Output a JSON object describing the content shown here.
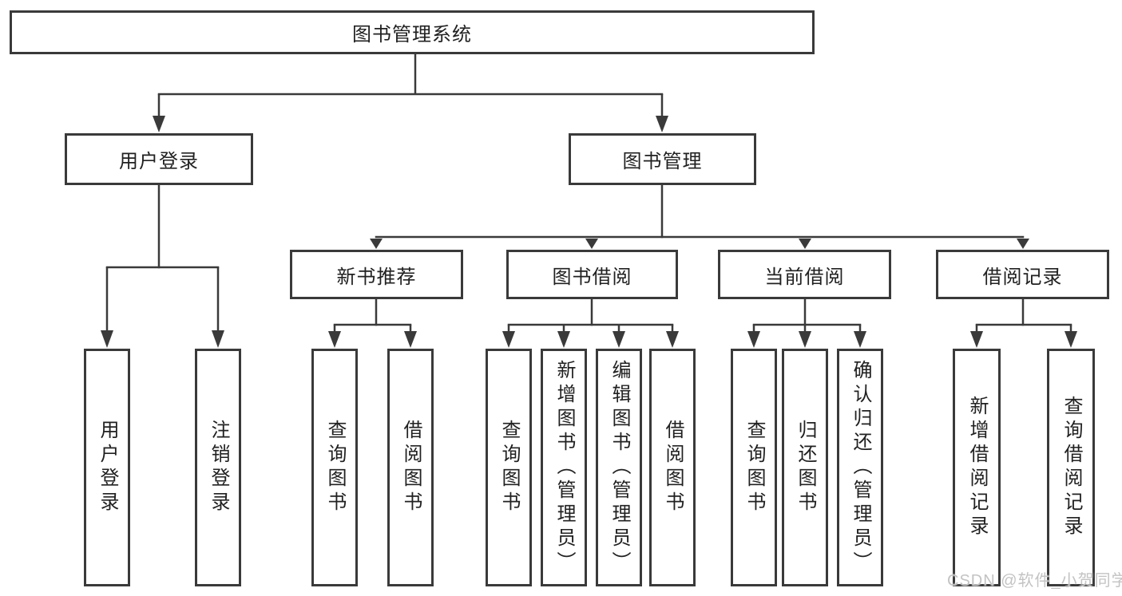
{
  "diagram": {
    "root": {
      "label": "图书管理系统"
    },
    "level2": [
      {
        "label": "用户登录",
        "parent": "图书管理系统"
      },
      {
        "label": "图书管理",
        "parent": "图书管理系统"
      }
    ],
    "level3": [
      {
        "label": "新书推荐",
        "parent": "图书管理"
      },
      {
        "label": "图书借阅",
        "parent": "图书管理"
      },
      {
        "label": "当前借阅",
        "parent": "图书管理"
      },
      {
        "label": "借阅记录",
        "parent": "图书管理"
      }
    ],
    "leaves": [
      {
        "label": "用户登录",
        "parent": "用户登录"
      },
      {
        "label": "注销登录",
        "parent": "用户登录"
      },
      {
        "label": "查询图书",
        "parent": "新书推荐"
      },
      {
        "label": "借阅图书",
        "parent": "新书推荐"
      },
      {
        "label": "查询图书",
        "parent": "图书借阅"
      },
      {
        "label": "新增图书（管理员）",
        "parent": "图书借阅"
      },
      {
        "label": "编辑图书（管理员）",
        "parent": "图书借阅"
      },
      {
        "label": "借阅图书",
        "parent": "图书借阅"
      },
      {
        "label": "查询图书",
        "parent": "当前借阅"
      },
      {
        "label": "归还图书",
        "parent": "当前借阅"
      },
      {
        "label": "确认归还（管理员）",
        "parent": "当前借阅"
      },
      {
        "label": "新增借阅记录",
        "parent": "借阅记录"
      },
      {
        "label": "查询借阅记录",
        "parent": "借阅记录"
      }
    ]
  },
  "watermark": {
    "text": "CSDN @软件_小贺同学"
  },
  "colors": {
    "line": "#3a3a3a",
    "border": "#3a3a3a",
    "text": "#212121",
    "watermark": "#c3c3c3",
    "background": "#ffffff"
  }
}
